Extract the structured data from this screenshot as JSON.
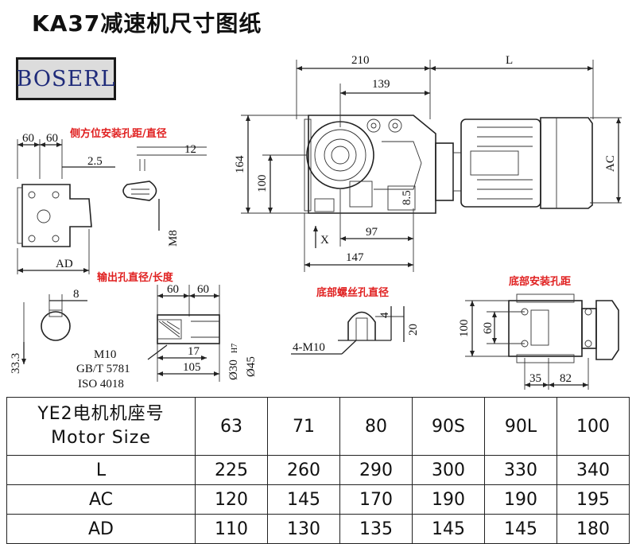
{
  "title": "KA37减速机尺寸图纸",
  "logo_text": "BOSERL",
  "labels": {
    "side_mount": "侧方位安装孔距/直径",
    "output_hole": "输出孔直径/长度",
    "bottom_thread": "底部螺丝孔直径",
    "bottom_mount": "底部安装孔距"
  },
  "dims": {
    "d210": "210",
    "dL": "L",
    "d139": "139",
    "d164": "164",
    "d100": "100",
    "dAC": "AC",
    "d97": "97",
    "d147": "147",
    "dX": "X",
    "d85": "8.5",
    "d60a": "60",
    "d60b": "60",
    "d25": "2.5",
    "d12": "12",
    "dM8": "M8",
    "dAD": "AD",
    "d8": "8",
    "d333": "33.3",
    "o60a": "60",
    "o60b": "60",
    "oM10": "M10",
    "oGB": "GB/T 5781",
    "oISO": "ISO 4018",
    "o17": "17",
    "o105": "105",
    "o30": "Ø30",
    "oH7": "H7",
    "o45": "Ø45",
    "b4": "4",
    "b20": "20",
    "b4M10": "4-M10",
    "m100": "100",
    "m60": "60",
    "m35": "35",
    "m82": "82"
  },
  "table": {
    "header_line1": "YE2电机机座号",
    "header_line2": "Motor Size",
    "sizes": [
      "63",
      "71",
      "80",
      "90S",
      "90L",
      "100"
    ],
    "rows": [
      {
        "label": "L",
        "values": [
          "225",
          "260",
          "290",
          "300",
          "330",
          "340"
        ]
      },
      {
        "label": "AC",
        "values": [
          "120",
          "145",
          "170",
          "190",
          "190",
          "195"
        ]
      },
      {
        "label": "AD",
        "values": [
          "110",
          "130",
          "135",
          "145",
          "145",
          "180"
        ]
      }
    ]
  }
}
